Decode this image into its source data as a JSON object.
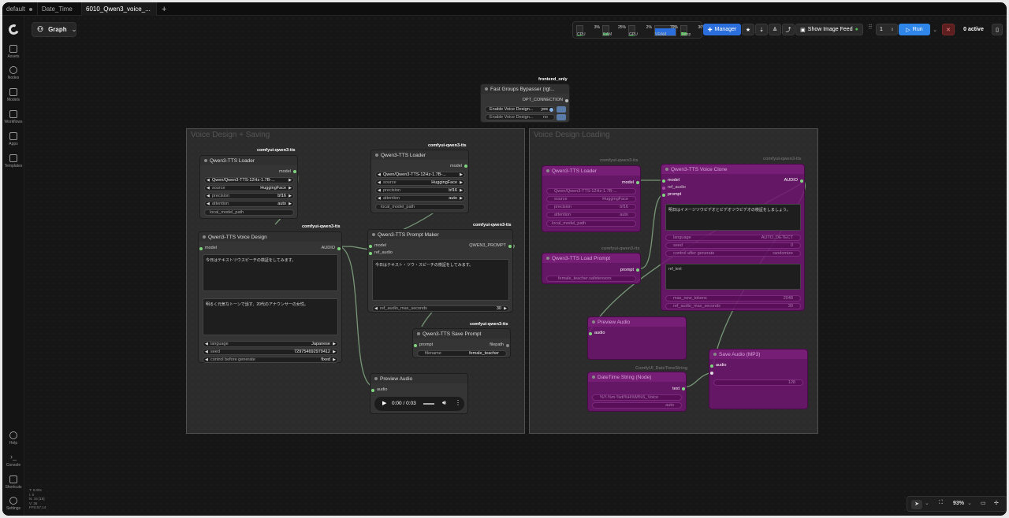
{
  "tabs": [
    {
      "label": "default",
      "active": false
    },
    {
      "label": "Date_Time",
      "active": false
    },
    {
      "label": "6010_Qwen3_voice_...",
      "active": true
    }
  ],
  "sidebar": {
    "items": [
      {
        "label": "Assets"
      },
      {
        "label": "Nodes"
      },
      {
        "label": "Models"
      },
      {
        "label": "Workflows"
      },
      {
        "label": "Apps"
      },
      {
        "label": "Templates"
      }
    ],
    "bottom": [
      {
        "label": "Help"
      },
      {
        "label": "Console"
      },
      {
        "label": "Shortcuts"
      },
      {
        "label": "Settings"
      }
    ]
  },
  "toolbar": {
    "graph_label": "Graph",
    "stats": [
      {
        "label": "CPU",
        "value": "3%",
        "fill": 0.03,
        "color": "#2f9e44"
      },
      {
        "label": "RAM",
        "value": "25%",
        "fill": 0.25,
        "color": "#2f9e44"
      },
      {
        "label": "GPU",
        "value": "2%",
        "fill": 0.02,
        "color": "#2f9e44"
      },
      {
        "label": "VRAM",
        "value": "79%",
        "fill": 0.79,
        "color": "#2a6fdb"
      },
      {
        "label": "Temp",
        "value": "30°",
        "fill": 0.3,
        "color": "#4cb84c"
      }
    ],
    "manager_label": "Manager",
    "show_image_feed_label": "Show Image Feed",
    "queue_count": "1",
    "run_label": "Run",
    "active_label": "0 active"
  },
  "groups": [
    {
      "title": "Voice Design + Saving"
    },
    {
      "title": "Voice Design Loading"
    }
  ],
  "nodes": {
    "bypasser": {
      "title": "Fast Groups Bypasser (rgt...",
      "badge": "frontend_only",
      "output": "OPT_CONNECTION",
      "rows": [
        {
          "label": "Enable Voice Design...",
          "value": "yes"
        },
        {
          "label": "Enable Voice Design...",
          "value": "no"
        }
      ]
    },
    "loader1": {
      "title": "Qwen3-TTS Loader",
      "badge": "comfyui-qwen3-tts",
      "output": "model",
      "widgets": [
        {
          "k": "",
          "v": "Qwen/Qwen3-TTS-12Hz-1.7B-..."
        },
        {
          "k": "source",
          "v": "HuggingFace"
        },
        {
          "k": "precision",
          "v": "bf16"
        },
        {
          "k": "attention",
          "v": "auto"
        }
      ],
      "path": "local_model_path"
    },
    "loader2": {
      "title": "Qwen3-TTS Loader",
      "badge": "comfyui-qwen3-tts",
      "output": "model",
      "widgets": [
        {
          "k": "",
          "v": "Qwen/Qwen3-TTS-12Hz-1.7B-..."
        },
        {
          "k": "source",
          "v": "HuggingFace"
        },
        {
          "k": "precision",
          "v": "bf16"
        },
        {
          "k": "attention",
          "v": "auto"
        }
      ],
      "path": "local_model_path"
    },
    "voice_design": {
      "title": "Qwen3-TTS Voice Design",
      "badge": "comfyui-qwen3-tts",
      "input": "model",
      "output": "AUDIO",
      "text1": "今日はテキストツウスピーチの検証をしてみます。",
      "text2": "明るく元気なトーンで話す、20代のアナウンサーの女性。",
      "widgets": [
        {
          "k": "language",
          "v": "Japanese"
        },
        {
          "k": "seed",
          "v": "729754692979412"
        },
        {
          "k": "control before generate",
          "v": "fixed"
        }
      ]
    },
    "prompt_maker": {
      "title": "Qwen3-TTS Prompt Maker",
      "badge": "comfyui-qwen3-tts",
      "inputs": [
        "model",
        "ref_audio"
      ],
      "output": "QWEN3_PROMPT",
      "text": "今日はテキスト・ツウ・スピーチの検証をしてみます。",
      "widget": {
        "k": "ref_audio_max_seconds",
        "v": "30"
      }
    },
    "save_prompt": {
      "title": "Qwen3-TTS Save Prompt",
      "badge": "comfyui-qwen3-tts",
      "input": "prompt",
      "output": "filepath",
      "widget": {
        "k": "filename",
        "v": "female_teacher"
      }
    },
    "preview_audio": {
      "title": "Preview Audio",
      "input": "audio",
      "time": "0:00 / 0:03"
    },
    "p_loader": {
      "title": "Qwen3-TTS Loader",
      "badge": "comfyui-qwen3-tts",
      "output": "model",
      "widgets": [
        {
          "k": "",
          "v": "Qwen/Qwen3-TTS-12Hz-1.7B-..."
        },
        {
          "k": "source",
          "v": "HuggingFace"
        },
        {
          "k": "precision",
          "v": "bf16"
        },
        {
          "k": "attention",
          "v": "auto"
        }
      ],
      "path": "local_model_path"
    },
    "p_load_prompt": {
      "title": "Qwen3-TTS Load Prompt",
      "badge": "comfyui-qwen3-tts",
      "output": "prompt",
      "widget": {
        "k": "",
        "v": "female_teacher.safetensors"
      }
    },
    "p_voice_clone": {
      "title": "Qwen3-TTS Voice Clone",
      "badge": "comfyui-qwen3-tts",
      "inputs": [
        "model",
        "ref_audio",
        "prompt"
      ],
      "output": "AUDIO",
      "text": "明日はイメージツウビデオとビデオツウビデオの検証をしましょう。",
      "widgets": [
        {
          "k": "language",
          "v": "AUTO_DETECT"
        },
        {
          "k": "seed",
          "v": "0"
        },
        {
          "k": "control after generate",
          "v": "randomize"
        }
      ],
      "widgets2": [
        {
          "k": "max_new_tokens",
          "v": "2048"
        },
        {
          "k": "ref_audio_max_seconds",
          "v": "30"
        }
      ],
      "ref_text_label": "ref_text"
    },
    "p_preview_audio": {
      "title": "Preview Audio",
      "input": "audio"
    },
    "p_save_audio": {
      "title": "Save Audio (MP3)",
      "input": "audio",
      "widget": {
        "k": "",
        "v": "128"
      }
    },
    "p_datetime": {
      "title": "DateTime String (Node)",
      "badge": "ComfyUI_DateTimeString",
      "output": "text",
      "widget1": "%Y-%m-%d/%H%M%S_Voice",
      "widget2": "auto"
    }
  },
  "status_overlay": [
    "T: 0.00s",
    "I: 0",
    "N: 15 [15]",
    "V: 36",
    "FPS:57.14"
  ],
  "zoom": {
    "value": "93%"
  }
}
